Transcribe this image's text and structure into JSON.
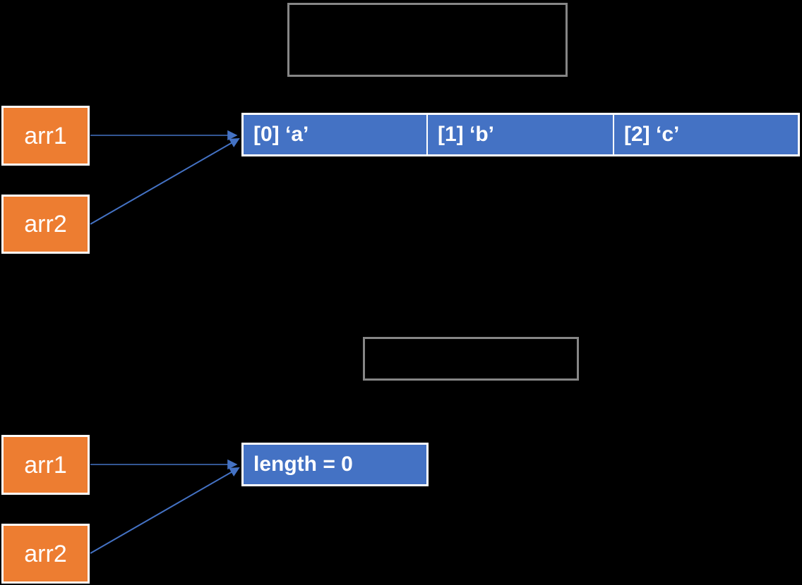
{
  "diagram": {
    "title_visible": false,
    "background_color": "#000000",
    "palette": {
      "variable_box_fill": "#ED7D31",
      "variable_box_border": "#FFFFFF",
      "array_fill": "#4472C4",
      "array_border": "#FFFFFF",
      "placeholder_border": "#868686",
      "arrow_color": "#4472C4",
      "text_color": "#FFFFFF"
    },
    "panels": [
      {
        "id": "top",
        "placeholder_label": "",
        "variables": [
          {
            "name": "arr1"
          },
          {
            "name": "arr2"
          }
        ],
        "heap_object": {
          "kind": "array",
          "cells": [
            {
              "index_label": "[0]",
              "value_label": "‘a’",
              "text": "[0] ‘a’"
            },
            {
              "index_label": "[1]",
              "value_label": "‘b’",
              "text": "[1] ‘b’"
            },
            {
              "index_label": "[2]",
              "value_label": "‘c’",
              "text": "[2] ‘c’"
            }
          ]
        },
        "arrows": [
          {
            "from": "arr1",
            "to": "array",
            "style": "straight"
          },
          {
            "from": "arr2",
            "to": "array",
            "style": "diagonal"
          }
        ]
      },
      {
        "id": "bottom",
        "placeholder_label": "",
        "variables": [
          {
            "name": "arr1"
          },
          {
            "name": "arr2"
          }
        ],
        "heap_object": {
          "kind": "length-field",
          "text": "length = 0"
        },
        "arrows": [
          {
            "from": "arr1",
            "to": "length",
            "style": "straight"
          },
          {
            "from": "arr2",
            "to": "length",
            "style": "diagonal"
          }
        ]
      }
    ]
  }
}
